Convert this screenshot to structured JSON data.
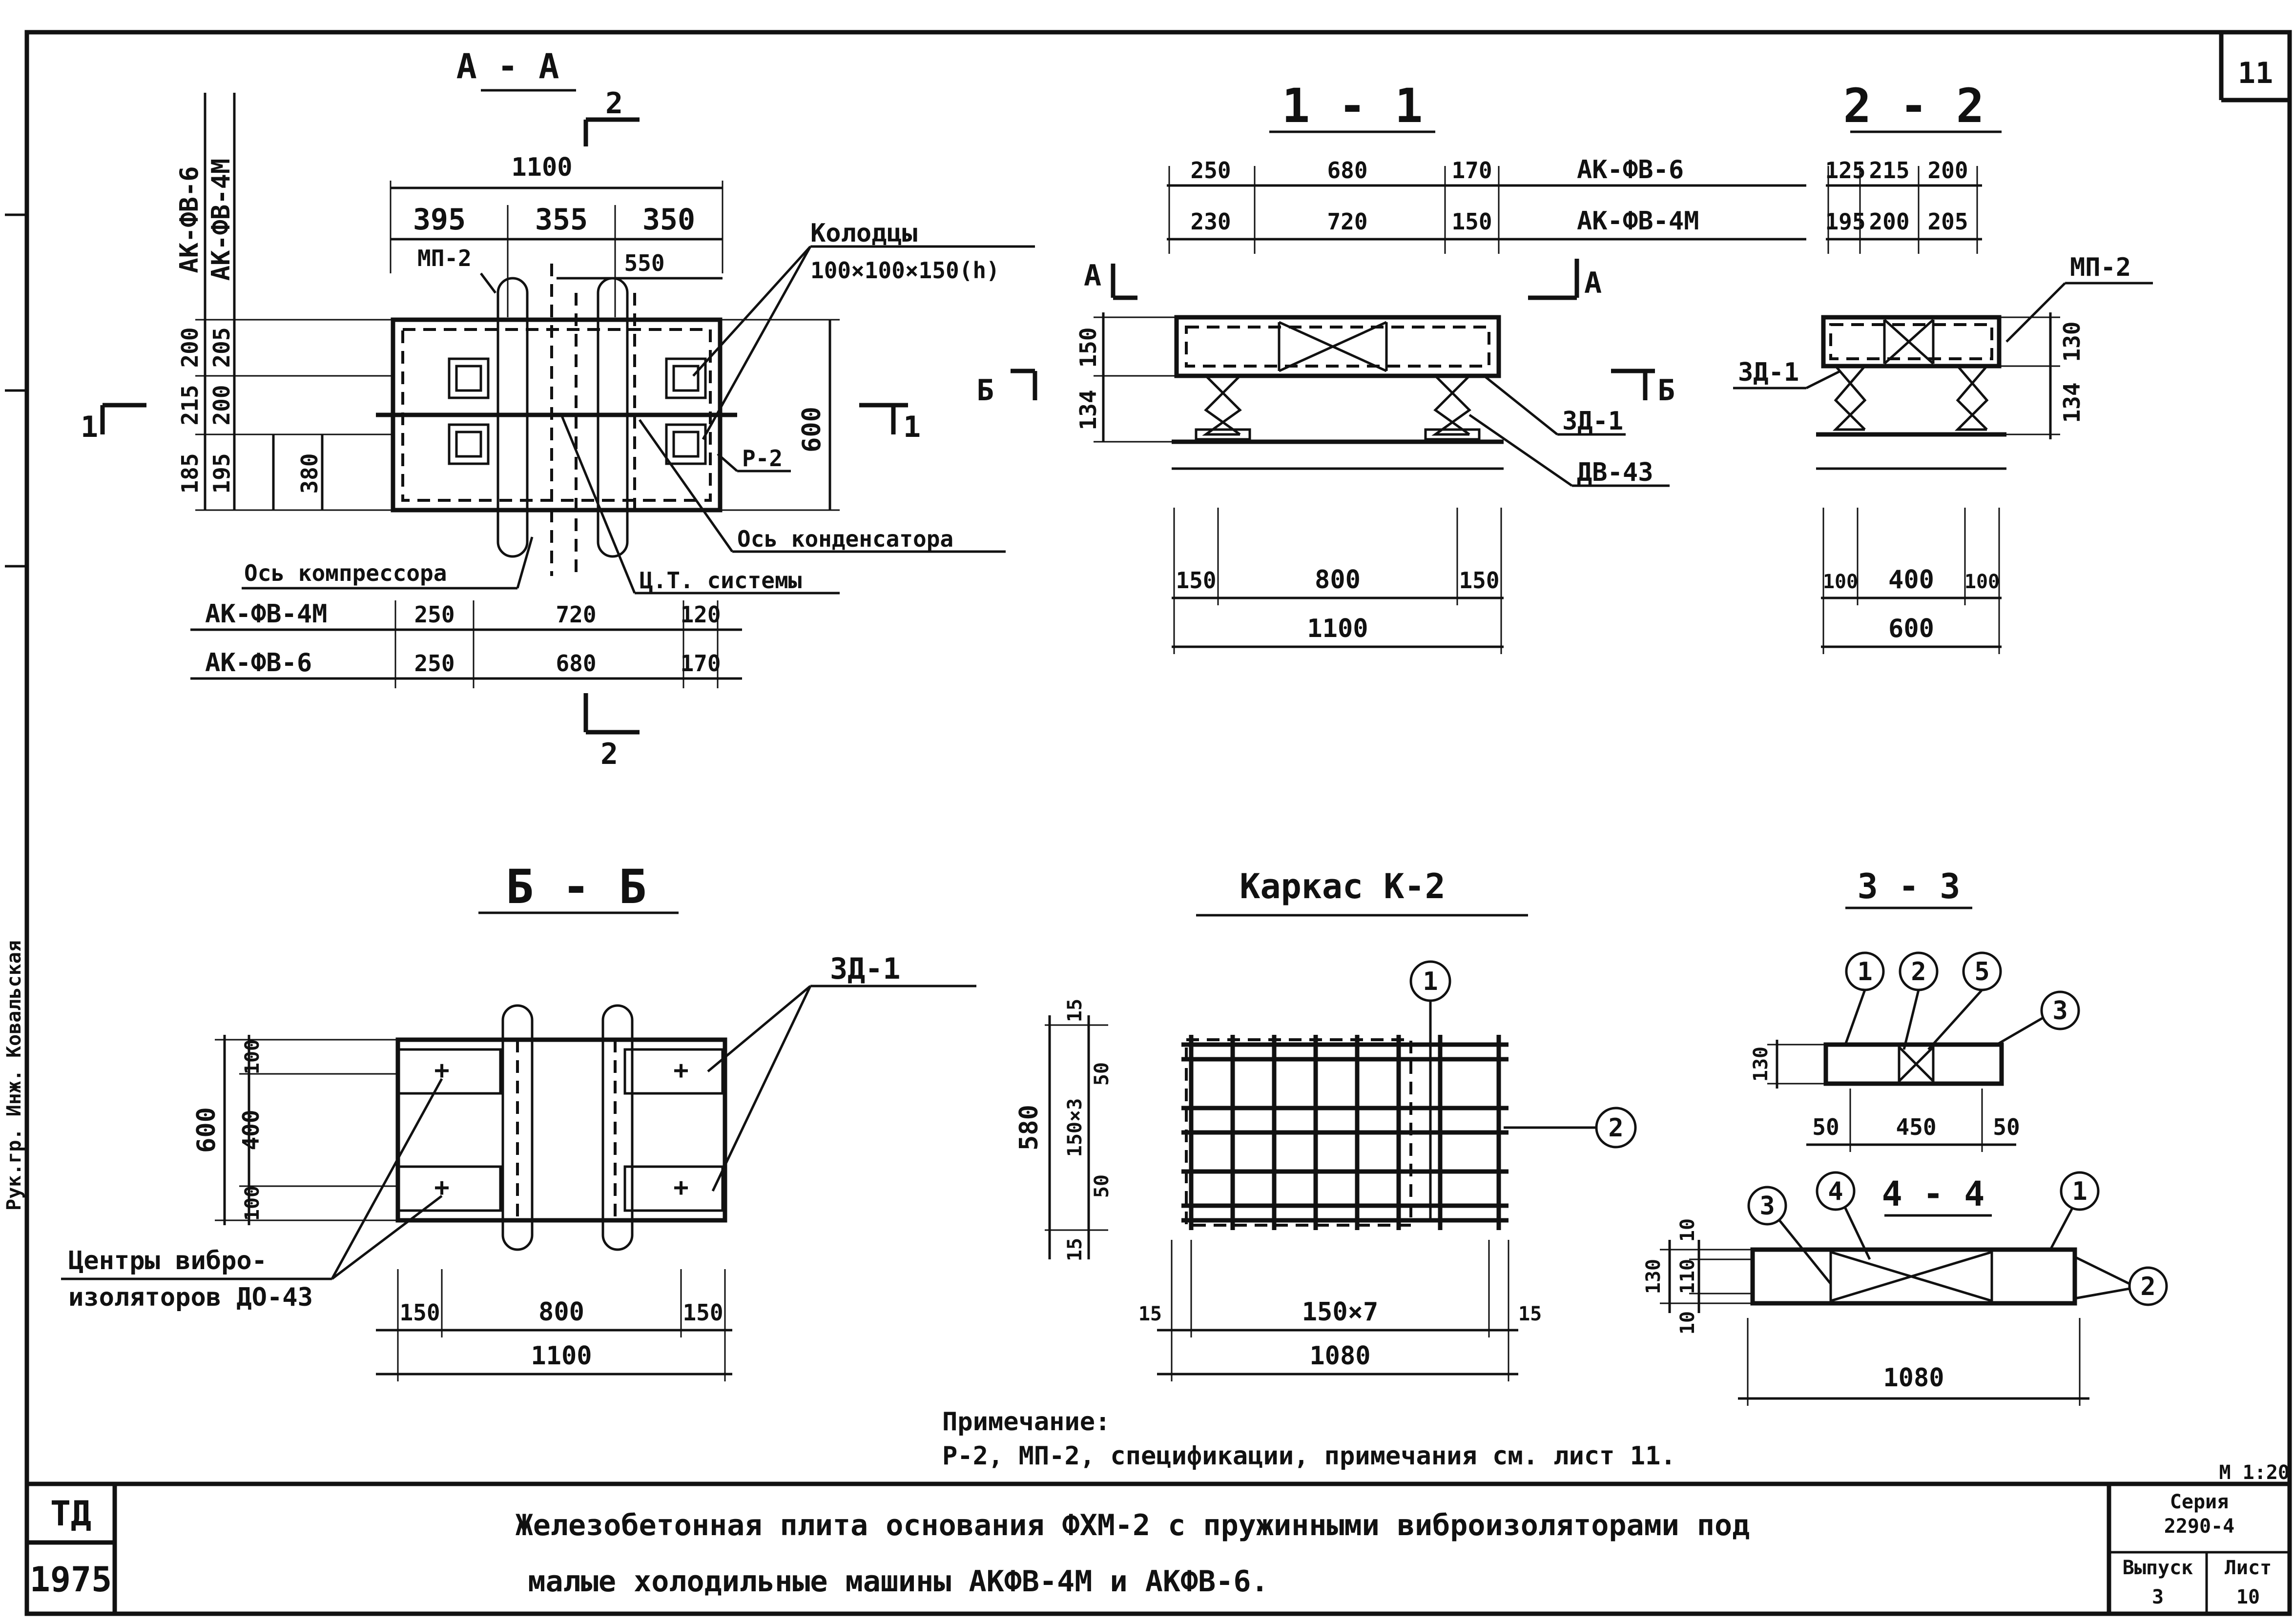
{
  "sheet_number": "11",
  "views": {
    "a_a": {
      "title": "A - A",
      "cut2_top": "2",
      "cut2_bottom": "2",
      "cut1_left": "1",
      "cut1_right": "1",
      "dim_total": "1100",
      "dim_parts": [
        "395",
        "355",
        "350"
      ],
      "dim_550": "550",
      "label_mp2": "МП-2",
      "label_wells": "Колодцы",
      "wells_size": "100×100×150(h)",
      "label_r2": "Р-2",
      "dim_600": "600",
      "dim_380": "380",
      "vert_labels": [
        "АК-ФВ-6",
        "АК-ФВ-4М"
      ],
      "vert_dims_left": [
        "200",
        "215",
        "185"
      ],
      "vert_dims_right": [
        "205",
        "200",
        "195"
      ],
      "axis_condenser": "Ось конденсатора",
      "axis_compressor": "Ось компрессора",
      "center_system": "Ц.Т. системы",
      "table_rows": [
        {
          "label": "АК-ФВ-4М",
          "values": [
            "250",
            "720",
            "120"
          ]
        },
        {
          "label": "АК-ФВ-6",
          "values": [
            "250",
            "680",
            "170"
          ]
        }
      ]
    },
    "s_1_1": {
      "title": "1 - 1",
      "row_top": {
        "values": [
          "250",
          "680",
          "170"
        ],
        "label": "АК-ФВ-6"
      },
      "row_bottom": {
        "values": [
          "230",
          "720",
          "150"
        ],
        "label": "АК-ФВ-4М"
      },
      "cut_a": "А",
      "cut_b": "Б",
      "dim_150": "150",
      "dim_134": "134",
      "label_zd1": "ЗД-1",
      "label_do43": "ДВ-43",
      "bottom_dims": [
        "150",
        "800",
        "150"
      ],
      "bottom_total": "1100"
    },
    "s_2_2": {
      "title": "2 - 2",
      "row_top": [
        "125",
        "215",
        "200"
      ],
      "row_bottom": [
        "195",
        "200",
        "205"
      ],
      "label_mp2": "МП-2",
      "label_zd1": "ЗД-1",
      "dim_130": "130",
      "dim_134": "134",
      "bottom_dims": [
        "100",
        "400",
        "100"
      ],
      "bottom_total": "600"
    },
    "b_b": {
      "title": "Б - Б",
      "label_zd1": "ЗД-1",
      "dim_600": "600",
      "vert_dims": [
        "100",
        "400",
        "100"
      ],
      "centers_label_1": "Центры вибро-",
      "centers_label_2": "изоляторов ДО-43",
      "bottom_dims": [
        "150",
        "800",
        "150"
      ],
      "bottom_total": "1100"
    },
    "frame_k2": {
      "title": "Каркас К-2",
      "vert_total": "580",
      "vert_dims": [
        "15",
        "50",
        "150×3",
        "50",
        "15"
      ],
      "bottom_dims": [
        "15",
        "150×7",
        "15"
      ],
      "bottom_total": "1080",
      "callouts": [
        "1",
        "2"
      ]
    },
    "s_3_3": {
      "title": "3 - 3",
      "dim_130": "130",
      "bottom_dims": [
        "50",
        "450",
        "50"
      ],
      "callouts": [
        "1",
        "2",
        "5",
        "3"
      ]
    },
    "s_4_4": {
      "title": "4 - 4",
      "vert_dims": [
        "10",
        "110",
        "10"
      ],
      "dim_130": "130",
      "bottom_total": "1080",
      "callouts": [
        "3",
        "4",
        "1",
        "2"
      ]
    }
  },
  "note": {
    "heading": "Примечание:",
    "text": "Р-2, МП-2, спецификации, примечания см. лист 11."
  },
  "title_block": {
    "org": "ТД",
    "year": "1975",
    "title_line1": "Железобетонная плита основания ФХМ-2 с пружинными виброизоляторами под",
    "title_line2": "малые холодильные машины АКФВ-4М и АКФВ-6.",
    "scale": "М 1:20",
    "series_label": "Серия",
    "series_value": "2290-4",
    "issue_label": "Выпуск",
    "issue_value": "3",
    "sheet_label": "Лист",
    "sheet_value": "10"
  },
  "margin_stamp": "Рук.гр. Инж. Ковальская"
}
